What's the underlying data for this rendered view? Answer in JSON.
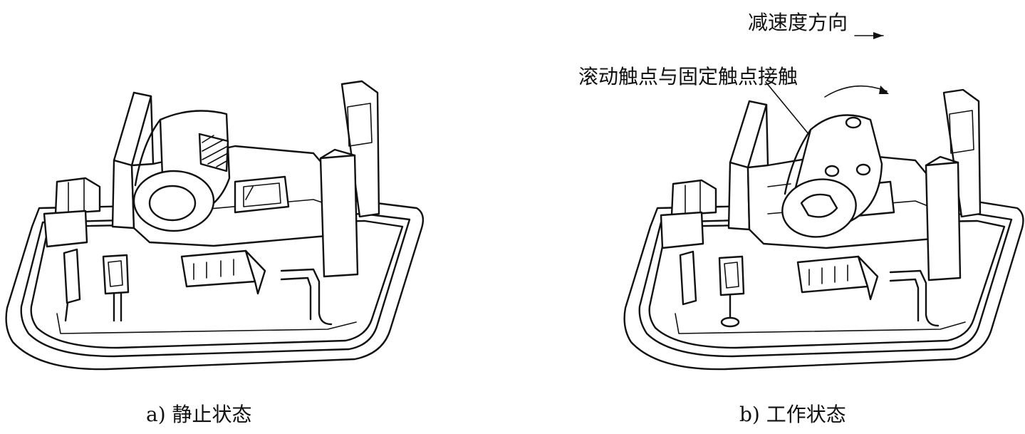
{
  "panel_a": {
    "caption": "a) 静止状态"
  },
  "panel_b": {
    "caption": "b) 工作状态",
    "direction_label": "减速度方向",
    "contact_label": "滚动触点与固定触点接触"
  }
}
